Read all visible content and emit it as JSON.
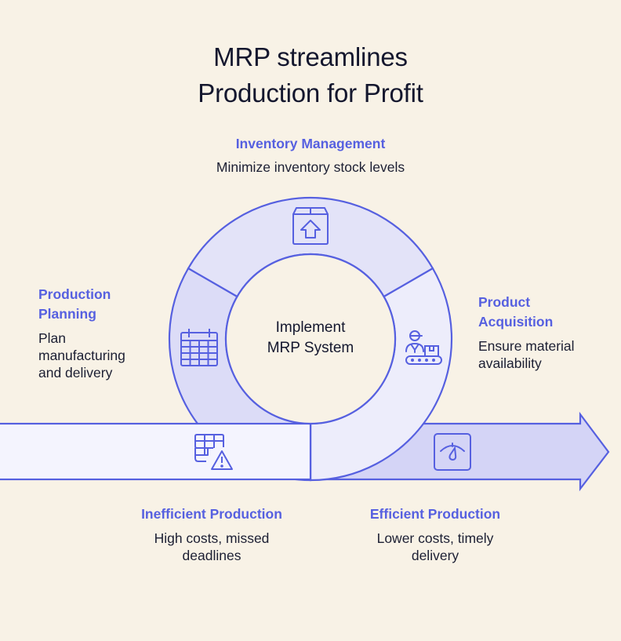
{
  "title": {
    "line1": "MRP streamlines",
    "line2": "Production for Profit"
  },
  "hub": {
    "line1": "Implement",
    "line2": "MRP System"
  },
  "segments": [
    {
      "id": "inventory-management",
      "heading": "Inventory Management",
      "description": "Minimize inventory stock levels",
      "icon": "box-upload-icon"
    },
    {
      "id": "production-planning",
      "heading_lines": [
        "Production",
        "Planning"
      ],
      "description_lines": [
        "Plan",
        "manufacturing",
        "and delivery"
      ],
      "icon": "calendar-icon"
    },
    {
      "id": "product-acquisition",
      "heading_lines": [
        "Product",
        "Acquisition"
      ],
      "description_lines": [
        "Ensure material",
        "availability"
      ],
      "icon": "worker-conveyor-icon"
    }
  ],
  "outcomes": {
    "before": {
      "heading": "Inefficient Production",
      "description_lines": [
        "High costs, missed",
        "deadlines"
      ],
      "icon": "grid-warning-icon"
    },
    "after": {
      "heading": "Efficient Production",
      "description_lines": [
        "Lower costs, timely",
        "delivery"
      ],
      "icon": "scale-gauge-icon"
    }
  },
  "colors": {
    "background": "#f8f2e6",
    "stroke": "#5660e0",
    "ring_top": "#e3e3f8",
    "ring_left": "#dcdcf7",
    "ring_right": "#ededfb",
    "bar_left": "#f4f4fe",
    "arrow_right": "#d4d4f6",
    "heading": "#5660e0",
    "text": "#1c1f33"
  }
}
